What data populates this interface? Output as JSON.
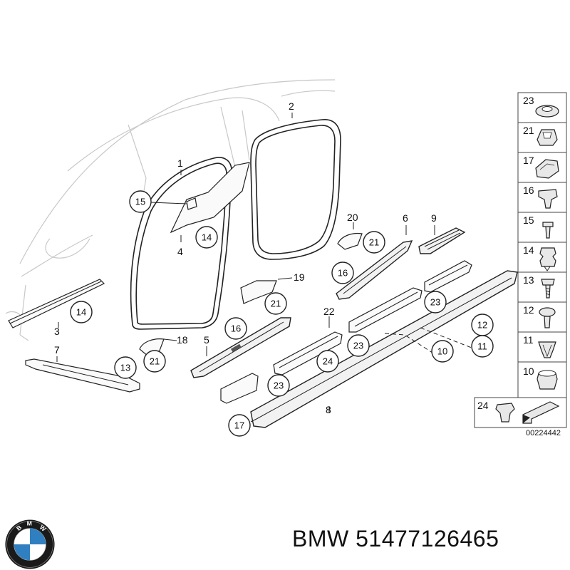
{
  "brand": {
    "maker": "BMW",
    "part_number": "51477126465"
  },
  "diagram": {
    "reference_code": "00224442",
    "part_labels": {
      "p1": "1",
      "p2": "2",
      "p3": "3",
      "p4": "4",
      "p5": "5",
      "p6": "6",
      "p7": "7",
      "p8": "8",
      "p9": "9",
      "p18": "18",
      "p19": "19",
      "p20": "20",
      "p22": "22"
    },
    "callouts": {
      "c15": "15",
      "c14a": "14",
      "c14b": "14",
      "c21a": "21",
      "c21b": "21",
      "c21c": "21",
      "c16a": "16",
      "c16b": "16",
      "c13": "13",
      "c23a": "23",
      "c23b": "23",
      "c23c": "23",
      "c24": "24",
      "c12": "12",
      "c11": "11",
      "c10": "10",
      "c17": "17"
    },
    "legend": [
      "23",
      "21",
      "17",
      "16",
      "15",
      "14",
      "13",
      "12",
      "11",
      "10"
    ],
    "legend_bottom": "24"
  },
  "colors": {
    "line": "#222222",
    "ghost": "#c8c8c8",
    "logo_blue": "#2f7fc1",
    "logo_black": "#1a1a1a"
  }
}
